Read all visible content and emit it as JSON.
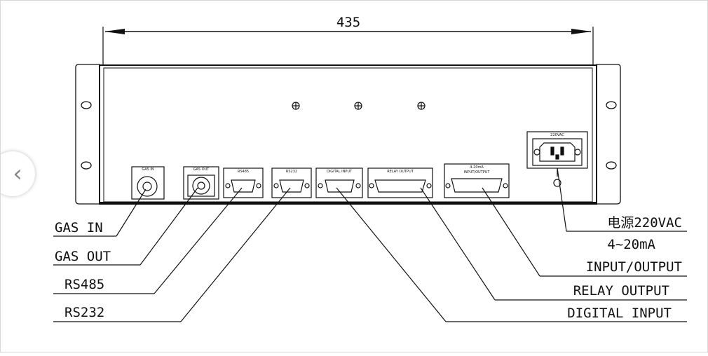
{
  "dimension": {
    "width_label": "435"
  },
  "power": {
    "label": "电源220VAC",
    "badge": "220VAC"
  },
  "panel_labels": {
    "gas_in": "GAS IN",
    "gas_out": "GAS OUT",
    "rs485": "RS485",
    "rs232": "RS232",
    "current": "4-20mA",
    "io_small": "INPUT/OUTPUT",
    "relay": "RELAY OUTPUT",
    "digital": "DIGITAL INPUT"
  },
  "callouts": {
    "gas_in": "GAS IN",
    "gas_out": "GAS OUT",
    "rs485": "RS485",
    "rs232": "RS232",
    "current_range": "4~20mA",
    "input_output": "INPUT/OUTPUT",
    "relay_output": "RELAY OUTPUT",
    "digital_input": "DIGITAL INPUT"
  },
  "nav": {
    "prev_icon": "chevron-left-icon",
    "prev_glyph": "‹"
  }
}
